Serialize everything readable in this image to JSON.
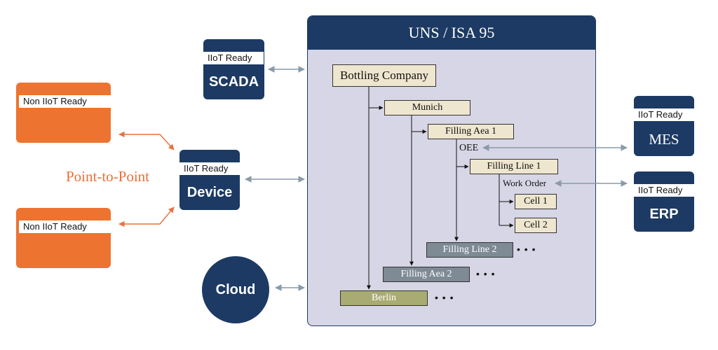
{
  "uns": {
    "title": "UNS / ISA 95"
  },
  "point_to_point": "Point-to-Point",
  "left_nodes": [
    {
      "tag": "Non IIoT Ready"
    },
    {
      "tag": "Non IIoT Ready"
    }
  ],
  "scada": {
    "tag": "IIoT Ready",
    "label": "SCADA"
  },
  "device": {
    "tag": "IIoT Ready",
    "label": "Device"
  },
  "cloud": {
    "label": "Cloud"
  },
  "mes": {
    "tag": "IIoT Ready",
    "label": "MES"
  },
  "erp": {
    "tag": "IIoT Ready",
    "label": "ERP"
  },
  "hierarchy": {
    "bottling_company": "Bottling Company",
    "munich": "Munich",
    "filling_area_1": "Filling Aea 1",
    "oee": "OEE",
    "filling_line_1": "Filling Line 1",
    "work_order": "Work Order",
    "cell_1": "Cell 1",
    "cell_2": "Cell 2",
    "filling_line_2": "Filling Line 2",
    "filling_area_2": "Filling Aea 2",
    "berlin": "Berlin",
    "ellipsis": "• • •"
  },
  "colors": {
    "navy": "#1c3a63",
    "orange": "#ed7330",
    "panel": "#d6d6e6",
    "beige": "#efe6cf",
    "grey_node": "#7e8a94",
    "olive_node": "#a8ac72",
    "arrow_grey": "#8a9aa8"
  }
}
